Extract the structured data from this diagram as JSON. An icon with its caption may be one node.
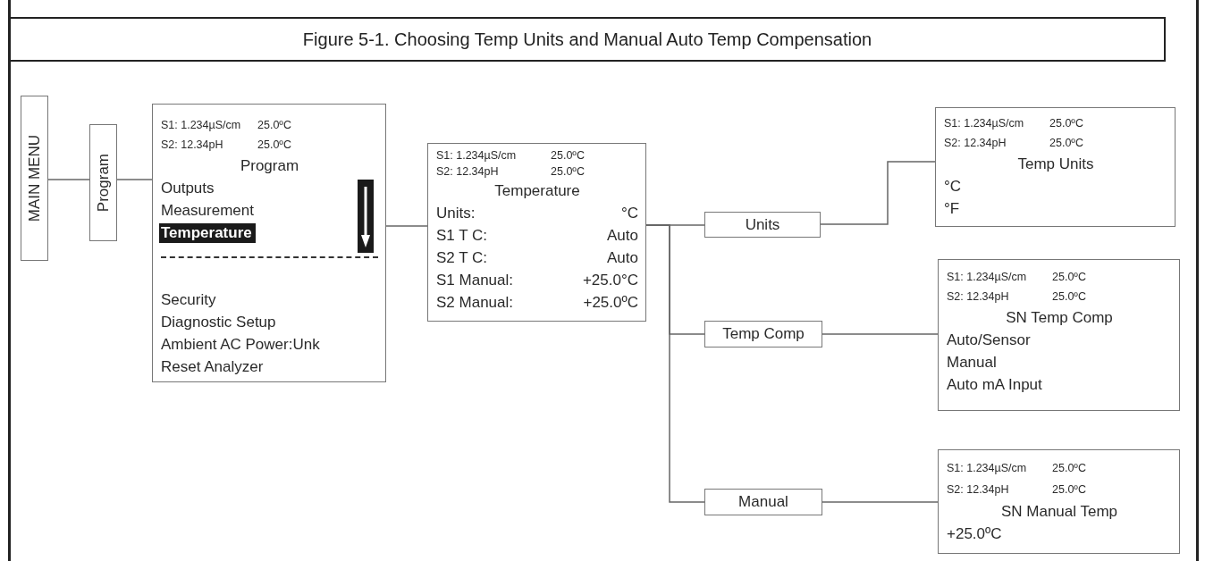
{
  "diagram": {
    "title": "Figure 5-1. Choosing Temp Units and Manual Auto Temp Compensation",
    "nodes": [
      {
        "text": [
          "MAIN MENU"
        ]
      },
      {
        "text": [
          "Program"
        ]
      },
      {
        "text": [
          "S1: 1.234µS/cm",
          "25.0ºC",
          "S2: 12.34pH",
          "25.0ºC",
          "Program",
          "Outputs",
          "Measurement",
          "Temperature",
          "Security",
          "Diagnostic Setup",
          "Ambient AC Power:Unk",
          "Reset Analyzer"
        ]
      },
      {
        "text": [
          "S1: 1.234µS/cm",
          "25.0ºC",
          "S2: 12.34pH",
          "25.0ºC",
          "Temperature",
          "Units:",
          "°C",
          "S1 T C:",
          "Auto",
          "S2 T C:",
          "Auto",
          "S1 Manual:",
          "+25.0°C",
          "S2 Manual:",
          "+25.0ºC"
        ]
      },
      {
        "text": [
          "Units"
        ]
      },
      {
        "text": [
          "Temp Comp"
        ]
      },
      {
        "text": [
          "Manual"
        ]
      },
      {
        "text": [
          "S1: 1.234µS/cm",
          "25.0ºC",
          "S2: 12.34pH",
          "25.0ºC",
          "Temp Units",
          "°C",
          "°F"
        ]
      },
      {
        "text": [
          "S1: 1.234µS/cm",
          "25.0ºC",
          "S2: 12.34pH",
          "25.0ºC",
          "SN Temp Comp",
          "Auto/Sensor",
          "Manual",
          "Auto mA Input"
        ]
      },
      {
        "text": [
          "S1: 1.234µS/cm",
          "25.0ºC",
          "S2: 12.34pH",
          "25.0ºC",
          "SN Manual Temp",
          "+25.0ºC"
        ]
      }
    ],
    "edges": [
      {
        "from": 0,
        "to": 1,
        "arrow": "none"
      },
      {
        "from": 1,
        "to": 2,
        "arrow": "none"
      },
      {
        "from": 2,
        "to": 3,
        "arrow": "none"
      },
      {
        "from": 3,
        "to": 4,
        "arrow": "none"
      },
      {
        "from": 3,
        "to": 5,
        "arrow": "none"
      },
      {
        "from": 3,
        "to": 6,
        "arrow": "none"
      },
      {
        "from": 4,
        "to": 7,
        "arrow": "none"
      },
      {
        "from": 5,
        "to": 8,
        "arrow": "none"
      },
      {
        "from": 6,
        "to": 9,
        "arrow": "none"
      }
    ]
  }
}
